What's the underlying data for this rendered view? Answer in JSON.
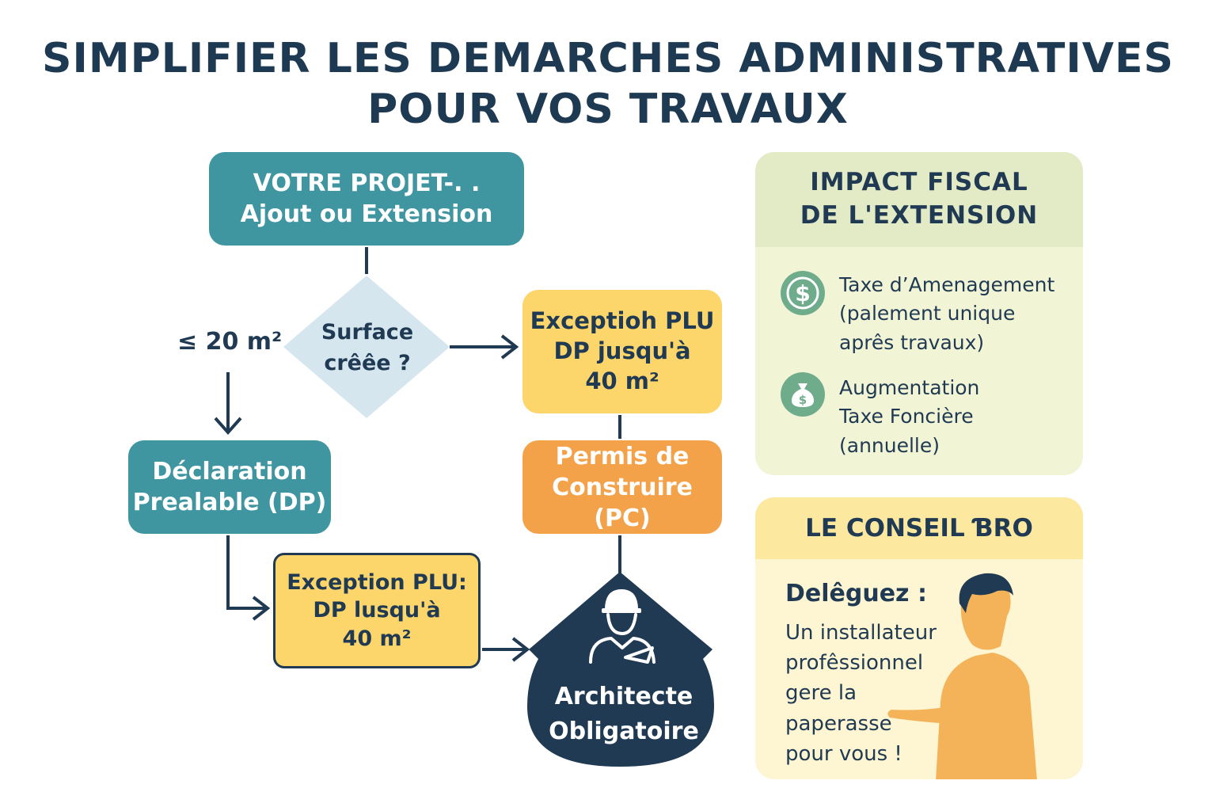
{
  "title": {
    "line1": "SIMPLIFIER LES DEMARCHES ADMINISTRATIVES",
    "line2": "POUR VOS TRAVAUX"
  },
  "flow": {
    "start": {
      "line1": "VOTRE PROJET-. .",
      "line2": "Ajout ou Extension"
    },
    "decision": {
      "line1": "Surface",
      "line2": "crêêe ?"
    },
    "branch_small": "≤ 20 m²",
    "dp": {
      "line1": "Déclaration",
      "line2": "Prealable (DP)"
    },
    "exception_right": {
      "line1": "Exceptioh PLU",
      "line2": "DP jusqu'à",
      "line3": "40 m²"
    },
    "permis": {
      "line1": "Permis de",
      "line2": "Construire (PC)"
    },
    "exception_bottom": {
      "line1": "Exception PLU:",
      "line2": "DP lusqu'à",
      "line3": "40 m²"
    },
    "architecte": {
      "line1": "Architecte",
      "line2": "Obligatoire",
      "icon": "architect-icon"
    }
  },
  "fiscal": {
    "title_line1": "IMPACT FISCAL",
    "title_line2": "DE L'EXTENSION",
    "items": [
      {
        "icon": "dollar-coin-icon",
        "line1": "Taxe d’Amenagement",
        "line2": "(palement unique",
        "line3": "aprês travaux)"
      },
      {
        "icon": "money-bag-icon",
        "line1": "Augmentation",
        "line2": "Taxe Foncière",
        "line3": "(annuelle)"
      }
    ]
  },
  "conseil": {
    "title": "LE CONSEIL ƁRO",
    "heading": "Delêguez :",
    "lines": [
      "Un installateur",
      "profêssionnel",
      "gere la",
      "paperasse",
      "pour vous !"
    ]
  },
  "colors": {
    "teal": "#3f95a0",
    "navy": "#1f3a52",
    "yellow": "#fcd56b",
    "orange": "#f4a24a",
    "diamond": "#d5e6ee",
    "green_icon": "#6fac8c"
  }
}
